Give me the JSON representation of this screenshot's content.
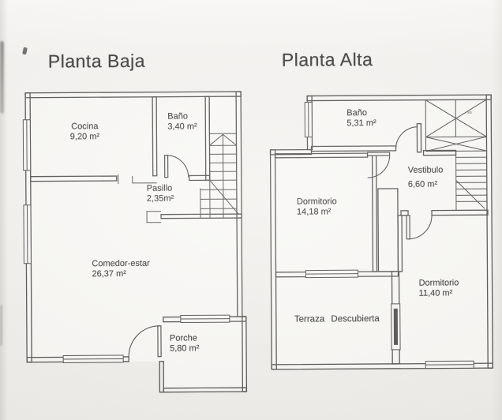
{
  "colors": {
    "ink": "#3e3d3b",
    "paper": "#f1efeb"
  },
  "planta_baja": {
    "title": "Planta Baja",
    "rooms": {
      "cocina": {
        "name": "Cocina",
        "area": "9,20 m²"
      },
      "bano": {
        "name": "Baño",
        "area": "3,40 m²"
      },
      "pasillo": {
        "name": "Pasillo",
        "area": "2,35m²"
      },
      "comedor": {
        "name": "Comedor-estar",
        "area": "26,37 m²"
      },
      "porche": {
        "name": "Porche",
        "area": "5,80 m²"
      }
    }
  },
  "planta_alta": {
    "title": "Planta Alta",
    "rooms": {
      "bano": {
        "name": "Baño",
        "area": "5,31 m²"
      },
      "vestibulo": {
        "name": "Vestibulo",
        "area": "6,60 m²"
      },
      "dormitorio_1": {
        "name": "Dormitorio",
        "area": "14,18 m²"
      },
      "dormitorio_2": {
        "name": "Dormitorio",
        "area": "11,40 m²"
      },
      "terraza": {
        "name": "Terraza Descubierta"
      }
    }
  }
}
